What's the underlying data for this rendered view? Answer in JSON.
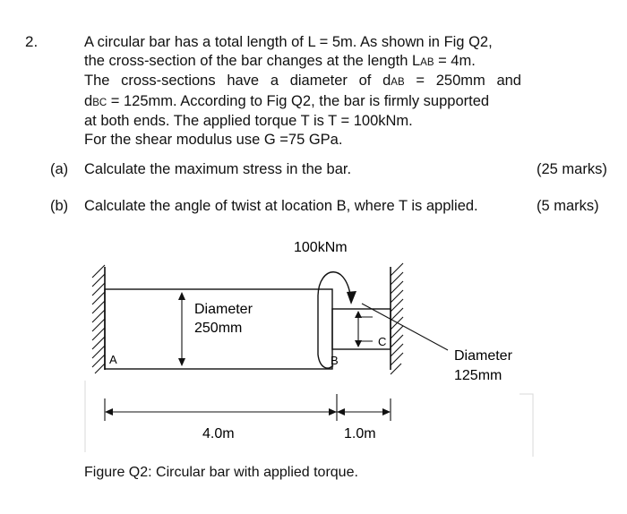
{
  "question": {
    "number": "2.",
    "lines": {
      "l1": "A circular bar has a total length of L = 5m. As shown in Fig Q2,",
      "l2_pre": "the cross-section of the bar changes at the length L",
      "l2_sub": "AB",
      "l2_post": " = 4m.",
      "l3_pre": "The cross-sections have a diameter of d",
      "l3_sub": "AB",
      "l3_post": " = 250mm and",
      "l4_pre": "d",
      "l4_sub": "BC",
      "l4_post": " = 125mm. According to Fig Q2, the bar is firmly supported",
      "l5": "at both ends. The applied torque T is T = 100kNm.",
      "l6": "For the shear modulus use G =75 GPa."
    }
  },
  "parts": [
    {
      "label": "(a)",
      "text": "Calculate the maximum stress in the bar.",
      "marks": "(25 marks)"
    },
    {
      "label": "(b)",
      "text": "Calculate the angle of twist at location B, where T is applied.",
      "marks": "(5 marks)"
    }
  ],
  "figure": {
    "torque_label": "100kNm",
    "diameter_ab_label_1": "Diameter",
    "diameter_ab_label_2": "250mm",
    "diameter_bc_label_1": "Diameter",
    "diameter_bc_label_2": "125mm",
    "point_a": "A",
    "point_b": "B",
    "point_c": "C",
    "length_ab": "4.0m",
    "length_bc": "1.0m",
    "caption": "Figure Q2: Circular bar with applied torque."
  }
}
